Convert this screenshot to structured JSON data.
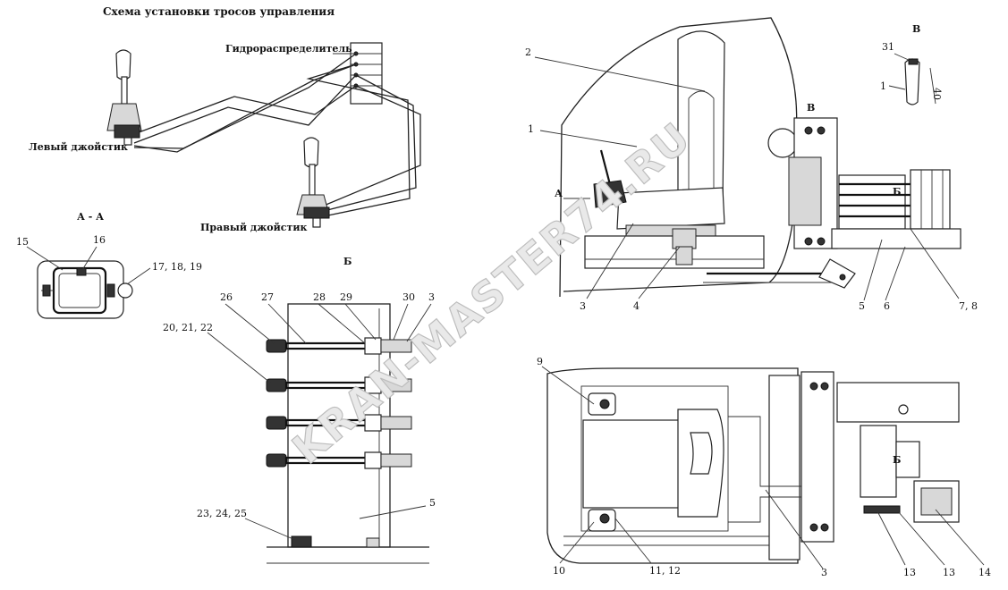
{
  "title": "Схема установки тросов управления",
  "labels": {
    "valve": "Гидрораспределитель",
    "left_joystick": "Левый джойстик",
    "right_joystick": "Правый джойстик",
    "section_aa": "А - А",
    "view_b": "Б",
    "view_v": "В",
    "a_marker": "А",
    "b_marker": "Б",
    "v_marker": "В"
  },
  "callouts": {
    "aa": [
      "15",
      "16",
      "17, 18, 19"
    ],
    "b_view": [
      "20, 21, 22",
      "26",
      "27",
      "28",
      "29",
      "30",
      "3",
      "23, 24, 25",
      "5"
    ],
    "side": [
      "2",
      "1",
      "3",
      "4",
      "5",
      "6",
      "7, 8"
    ],
    "v_view": [
      "31",
      "1",
      "40"
    ],
    "top": [
      "9",
      "10",
      "11, 12",
      "3",
      "13",
      "13",
      "14"
    ]
  },
  "watermark": "KRAN-MASTER74.RU"
}
